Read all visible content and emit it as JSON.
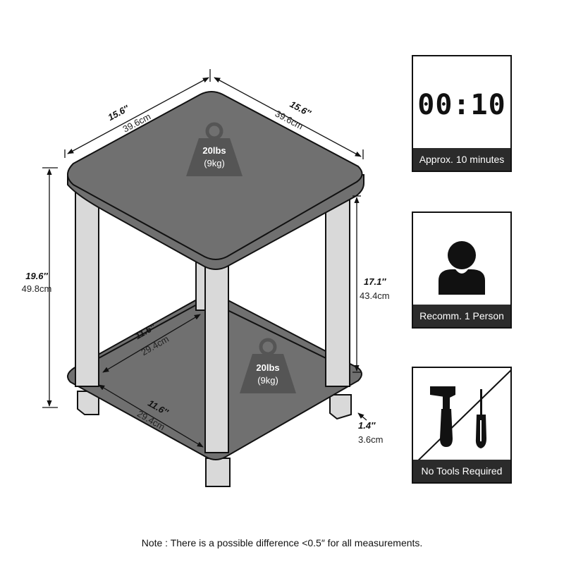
{
  "dimensions": {
    "top_left": {
      "inch": "15.6″",
      "cm": "39.6cm"
    },
    "top_right": {
      "inch": "15.6″",
      "cm": "39.6cm"
    },
    "height": {
      "inch": "19.6″",
      "cm": "49.8cm"
    },
    "leg_height": {
      "inch": "17.1″",
      "cm": "43.4cm"
    },
    "lower_inner": {
      "inch": "11.6″",
      "cm": "29.4cm"
    },
    "lower_front": {
      "inch": "11.6″",
      "cm": "29.4cm"
    },
    "foot": {
      "inch": "1.4″",
      "cm": "3.6cm"
    }
  },
  "weights": {
    "top": {
      "lbs": "20lbs",
      "kg": "(9kg)"
    },
    "bottom": {
      "lbs": "20lbs",
      "kg": "(9kg)"
    }
  },
  "info": {
    "timer_display": "00:10",
    "timer_label": "Approx. 10 minutes",
    "person_label": "Recomm. 1 Person",
    "tools_label": "No Tools Required"
  },
  "note": "Note : There is a possible difference <0.5″ for all measurements.",
  "colors": {
    "shelf": "#707070",
    "leg": "#d9d9d9",
    "outline": "#111111",
    "weight": "#555555"
  }
}
